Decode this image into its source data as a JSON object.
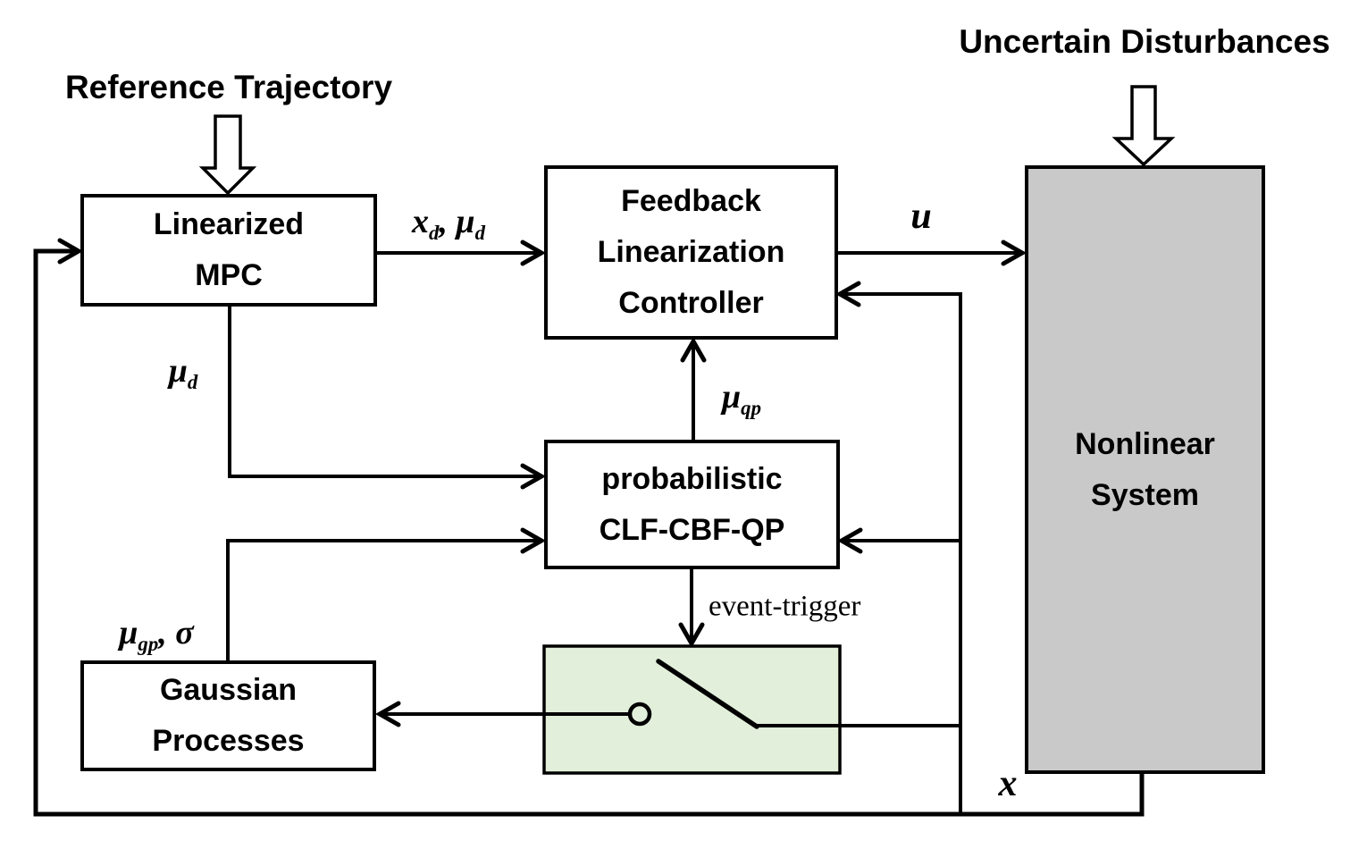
{
  "title_labels": {
    "reference_trajectory": "Reference Trajectory",
    "uncertain_disturbances": "Uncertain Disturbances"
  },
  "blocks": {
    "linearized_mpc": {
      "line1": "Linearized",
      "line2": "MPC"
    },
    "feedback_linearization_controller": {
      "line1": "Feedback",
      "line2": "Linearization",
      "line3": "Controller"
    },
    "nonlinear_system": {
      "line1": "Nonlinear",
      "line2": "System"
    },
    "probabilistic_clf_cbf_qp": {
      "line1": "probabilistic",
      "line2": "CLF-CBF-QP"
    },
    "gaussian_processes": {
      "line1": "Gaussian",
      "line2": "Processes"
    }
  },
  "signal_labels": {
    "xd_mud": {
      "base1": "x",
      "sub1": "d",
      "separator": ", ",
      "base2": "μ",
      "sub2": "d"
    },
    "u": {
      "base": "u"
    },
    "mu_d": {
      "base": "μ",
      "sub": "d"
    },
    "mu_qp": {
      "base": "μ",
      "sub": "qp"
    },
    "mu_gp_sigma": {
      "base1": "μ",
      "sub1": "gp",
      "separator": ", ",
      "base2": "σ"
    },
    "event_trigger": "event-trigger",
    "x": {
      "base": "x"
    }
  },
  "icons": {
    "switch": "event-triggered-switch-icon",
    "reference_arrow": "block-arrow-down-icon",
    "disturbance_arrow": "block-arrow-down-icon"
  },
  "colors": {
    "line": "#000000",
    "nonlinear_system_fill": "#c9c9c9",
    "switch_box_fill": "#e2efda",
    "background": "#ffffff"
  }
}
